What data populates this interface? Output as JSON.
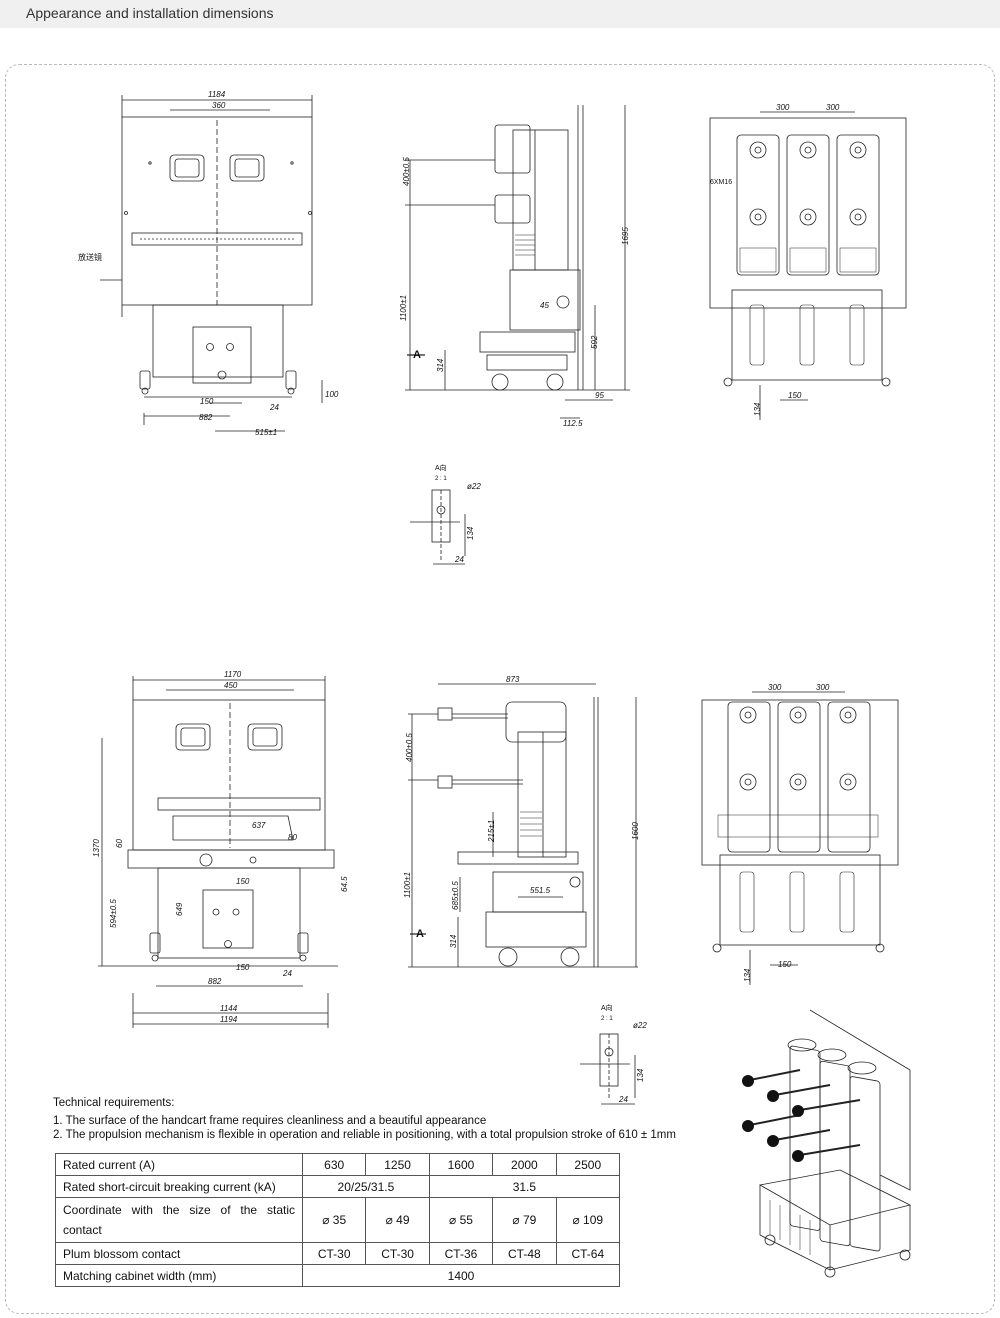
{
  "header": {
    "title": "Appearance and installation dimensions"
  },
  "drawing_top": {
    "front": {
      "dims": [
        "1184",
        "360",
        "882",
        "150",
        "24",
        "515±1",
        "100"
      ],
      "label": "放送镜"
    },
    "side": {
      "dims": [
        "400±0.5",
        "1100±1",
        "1695",
        "314",
        "592",
        "95",
        "112.5",
        "45"
      ],
      "view_marker": "A"
    },
    "top": {
      "dims": [
        "300",
        "300",
        "134",
        "150"
      ],
      "label": "6XM16"
    },
    "detail": {
      "title": "A向",
      "scale": "2 : 1",
      "dims": [
        "ø22",
        "134",
        "24"
      ]
    }
  },
  "drawing_bottom": {
    "front": {
      "dims": [
        "1170",
        "450",
        "1370",
        "60",
        "594±0.5",
        "649",
        "637",
        "80",
        "150",
        "64.5",
        "150",
        "24",
        "882",
        "1144",
        "1194"
      ]
    },
    "side": {
      "dims": [
        "873",
        "400±0.5",
        "1100±1",
        "1600",
        "215±1",
        "551.5",
        "685±0.5",
        "314"
      ],
      "view_marker": "A"
    },
    "top": {
      "dims": [
        "300",
        "300",
        "150",
        "134"
      ]
    },
    "detail": {
      "title": "A向",
      "scale": "2 : 1",
      "dims": [
        "ø22",
        "134",
        "24"
      ]
    }
  },
  "tech": {
    "title": "Technical requirements:",
    "items": [
      "1. The surface of the handcart frame requires cleanliness and a beautiful appearance",
      "2. The propulsion mechanism is flexible in operation and reliable in positioning, with a total propulsion stroke of 610 ± 1mm"
    ]
  },
  "table": {
    "rated_current": {
      "label": "Rated current (A)",
      "values": [
        "630",
        "1250",
        "1600",
        "2000",
        "2500"
      ]
    },
    "breaking": {
      "label": "Rated short-circuit breaking current (kA)",
      "values": [
        "20/25/31.5",
        "31.5"
      ]
    },
    "coordinate": {
      "label": "Coordinate with the size of the static contact",
      "values": [
        "⌀ 35",
        "⌀ 49",
        "⌀ 55",
        "⌀ 79",
        "⌀ 109"
      ]
    },
    "plum": {
      "label": "Plum blossom contact",
      "values": [
        "CT-30",
        "CT-30",
        "CT-36",
        "CT-48",
        "CT-64"
      ]
    },
    "cabinet": {
      "label": "Matching cabinet width (mm)",
      "value": "1400"
    }
  }
}
